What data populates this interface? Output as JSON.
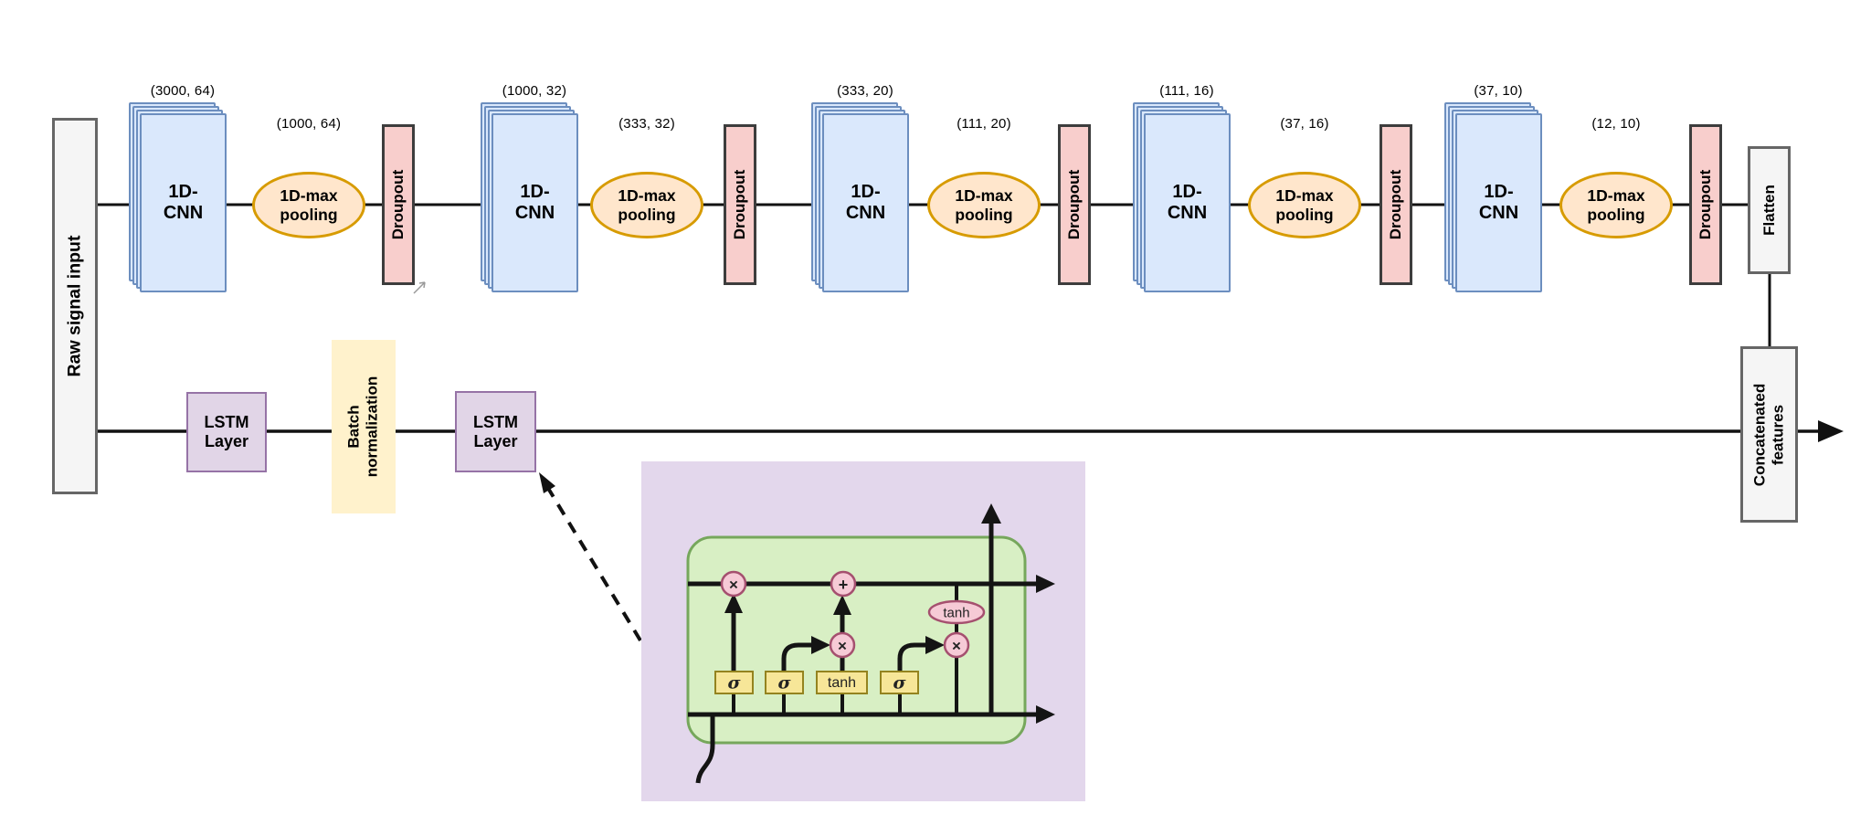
{
  "raw_input": {
    "label": "Raw signal input"
  },
  "cnn_chain": {
    "blocks": [
      {
        "cnn_line1": "1D-",
        "cnn_line2": "CNN",
        "cnn_shape": "(3000, 64)",
        "pool_line1": "1D-max",
        "pool_line2": "pooling",
        "pool_shape": "(1000, 64)",
        "dropout": "Droupout"
      },
      {
        "cnn_line1": "1D-",
        "cnn_line2": "CNN",
        "cnn_shape": "(1000, 32)",
        "pool_line1": "1D-max",
        "pool_line2": "pooling",
        "pool_shape": "(333, 32)",
        "dropout": "Droupout"
      },
      {
        "cnn_line1": "1D-",
        "cnn_line2": "CNN",
        "cnn_shape": "(333, 20)",
        "pool_line1": "1D-max",
        "pool_line2": "pooling",
        "pool_shape": "(111, 20)",
        "dropout": "Droupout"
      },
      {
        "cnn_line1": "1D-",
        "cnn_line2": "CNN",
        "cnn_shape": "(111, 16)",
        "pool_line1": "1D-max",
        "pool_line2": "pooling",
        "pool_shape": "(37, 16)",
        "dropout": "Droupout"
      },
      {
        "cnn_line1": "1D-",
        "cnn_line2": "CNN",
        "cnn_shape": "(37, 10)",
        "pool_line1": "1D-max",
        "pool_line2": "pooling",
        "pool_shape": "(12, 10)",
        "dropout": "Droupout"
      }
    ],
    "flatten": "Flatten"
  },
  "lstm_chain": {
    "lstm1_line1": "LSTM",
    "lstm1_line2": "Layer",
    "batch_line1": "Batch",
    "batch_line2": "normalization",
    "lstm2_line1": "LSTM",
    "lstm2_line2": "Layer",
    "concat_line1": "Concatenated",
    "concat_line2": "features"
  },
  "lstm_cell": {
    "gate1": "σ",
    "gate2": "σ",
    "gate3": "tanh",
    "gate4": "σ",
    "tanh_activation": "tanh",
    "multiply1": "×",
    "add": "+",
    "multiply2": "×",
    "multiply3": "×"
  },
  "colors": {
    "cnn_fill": "#dae8fc",
    "cnn_stroke": "#6c8ebf",
    "pool_fill": "#ffe6cc",
    "pool_stroke": "#d79b00",
    "dropout_fill": "#f8cecc",
    "dropout_stroke": "#3d3d3d",
    "neutral_fill": "#f5f5f5",
    "neutral_stroke": "#666666",
    "lstm_fill": "#e1d5e7",
    "lstm_stroke": "#9673a6",
    "batch_fill": "#fff2cc",
    "inset_bg": "#e3d7ec",
    "cell_fill": "#d8efc4",
    "cell_stroke": "#76a75c",
    "gate_fill": "#f7e698",
    "gate_stroke": "#94831f",
    "op_fill": "#f6cad6",
    "op_stroke": "#a5506f",
    "line": "#111111"
  }
}
